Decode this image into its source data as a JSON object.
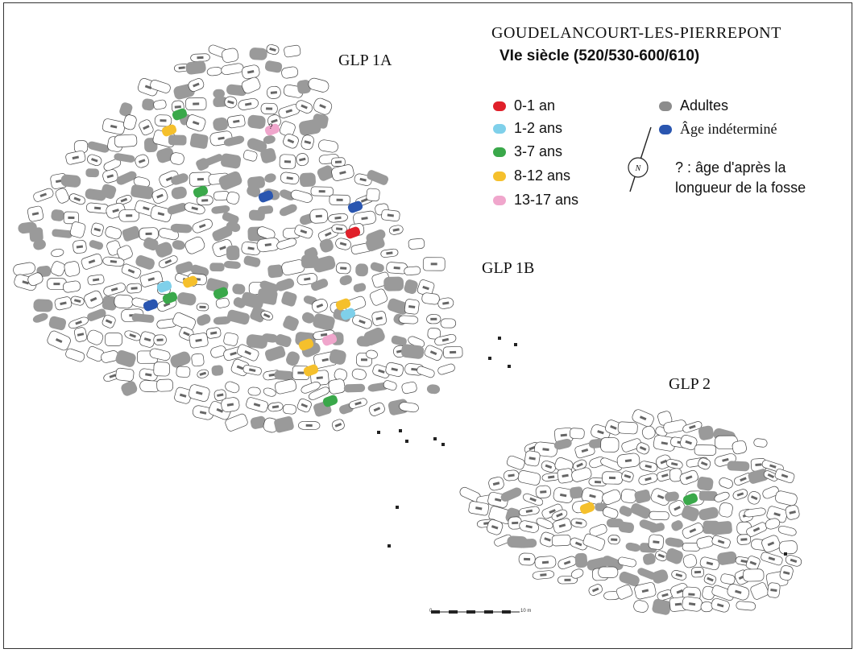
{
  "title": "GOUDELANCOURT-LES-PIERREPONT",
  "subtitle": "VIe siècle (520/530-600/610)",
  "zones": [
    "GLP 1A",
    "GLP 1B",
    "GLP 2"
  ],
  "legend_ages": [
    {
      "label": "0-1 an",
      "color": "#e0202a"
    },
    {
      "label": "1-2 ans",
      "color": "#7fd0ea"
    },
    {
      "label": "3-7 ans",
      "color": "#3aa84a"
    },
    {
      "label": "8-12 ans",
      "color": "#f5c02c"
    },
    {
      "label": "13-17 ans",
      "color": "#f0a6cc"
    }
  ],
  "legend_other": [
    {
      "label": "Adultes",
      "color": "#8c8c8c"
    },
    {
      "label": "Âge indéterminé",
      "color": "#2a56b0"
    }
  ],
  "note_line1": "? : âge d'après la",
  "note_line2": "longueur de la fosse",
  "compass_label": "N",
  "scale": {
    "start": "0",
    "end": "10 m"
  },
  "unknown_marker": "?"
}
